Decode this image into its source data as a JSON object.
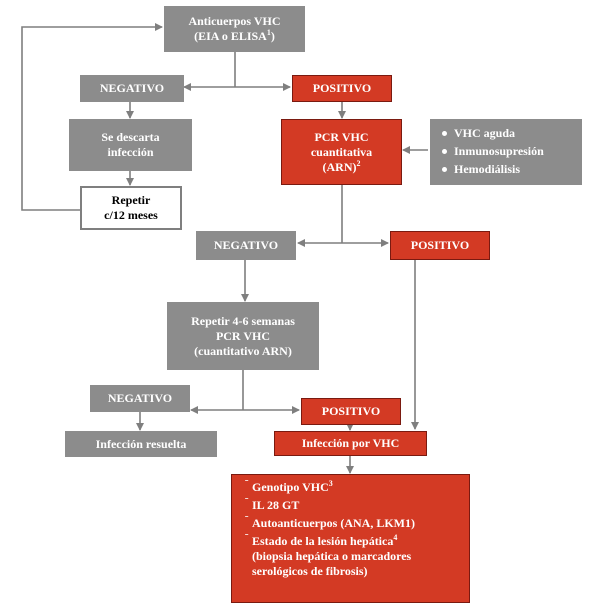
{
  "colors": {
    "gray": "#8c8c8c",
    "red": "#d33a24",
    "white": "#ffffff",
    "line": "#7f7f7f"
  },
  "nodes": {
    "anticuerpos": {
      "line1": "Anticuerpos VHC",
      "line2_text": "(EIA o ELISA",
      "line2_sup": "1",
      "line2_end": ")"
    },
    "neg1": "NEGATIVO",
    "pos1": "POSITIVO",
    "descarta": {
      "line1": "Se descarta",
      "line2": "infección"
    },
    "pcr1": {
      "line1": "PCR VHC",
      "line2": "cuantitativa",
      "line3_text": "(ARN)",
      "line3_sup": "2"
    },
    "repetir12": {
      "line1": "Repetir",
      "line2": "c/12 meses"
    },
    "conditions": [
      "VHC aguda",
      "Inmunosupresión",
      "Hemodiálisis"
    ],
    "neg2": "NEGATIVO",
    "pos2": "POSITIVO",
    "repetir46": {
      "line1": "Repetir 4-6 semanas",
      "line2": "PCR VHC",
      "line3": "(cuantitativo ARN)"
    },
    "neg3": "NEGATIVO",
    "pos3": "POSITIVO",
    "resuelta": "Infección resuelta",
    "infeccion": "Infección por VHC",
    "final": {
      "genotipo_text": "Genotipo VHC",
      "genotipo_sup": "3",
      "il28": "IL 28 GT",
      "auto": "Autoanticuerpos (ANA, LKM1)",
      "estado_text": "Estado de la lesión hepática",
      "estado_sup": "4",
      "biopsia1": "(biopsia hepática o marcadores",
      "biopsia2": "serológicos de fibrosis)"
    }
  }
}
